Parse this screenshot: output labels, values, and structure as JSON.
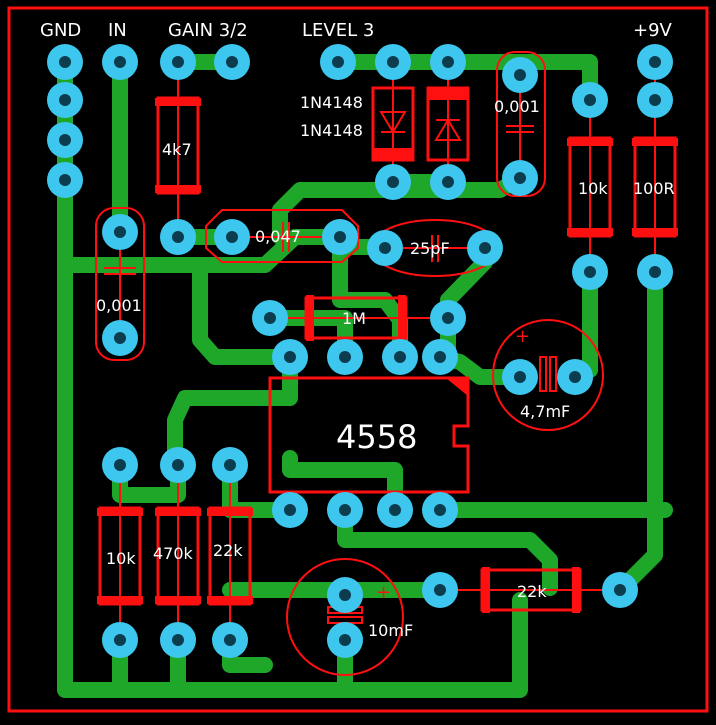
{
  "header_labels": [
    "GND",
    "IN",
    "GAIN 3/2",
    "LEVEL 3",
    "+9V"
  ],
  "colors": {
    "background": "#000000",
    "trace": "#1fa72a",
    "pad": "#3ec7ee",
    "pad_hole": "#0c3d4e",
    "outline": "#ff1010",
    "silkscreen": "#ffffff"
  },
  "components": {
    "r_4k7": "4k7",
    "diode_1": "1N4148",
    "diode_2": "1N4148",
    "c_0001_top": "0,001",
    "r_10k_top": "10k",
    "r_100r": "100R",
    "c_0047": "0,047",
    "c_25pf": "25pF",
    "c_0001_left": "0,001",
    "r_1m": "1M",
    "c_4_7mf": "4,7mF",
    "ic": "4558",
    "r_10k_bottom": "10k",
    "r_470k": "470k",
    "r_22k_bottom": "22k",
    "c_10mf": "10mF",
    "r_22k_right": "22k",
    "polarity_plus_1": "+",
    "polarity_plus_2": "+"
  }
}
